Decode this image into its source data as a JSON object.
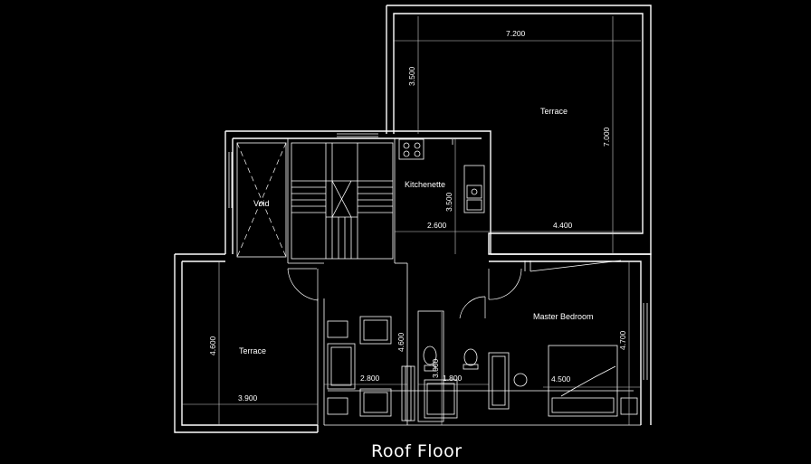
{
  "title": "Roof Floor",
  "rooms": {
    "terrace_top": "Terrace",
    "kitchenette": "Kitchenette",
    "void": "Void",
    "master_bedroom": "Master Bedroom",
    "terrace_left": "Terrace"
  },
  "dimensions": {
    "terrace_top_width": "7.200",
    "terrace_top_depth": "3.500",
    "terrace_top_height": "7.000",
    "kitchen_width": "2.600",
    "kitchen_depth": "3.500",
    "right_width": "4.400",
    "bedroom_height": "4.700",
    "bedroom_width": "4.500",
    "left_terrace_height": "4.600",
    "left_terrace_width": "3.900",
    "living_height": "4.600",
    "living_width": "2.800",
    "bath_height": "3.000",
    "bath_width": "1.800"
  }
}
